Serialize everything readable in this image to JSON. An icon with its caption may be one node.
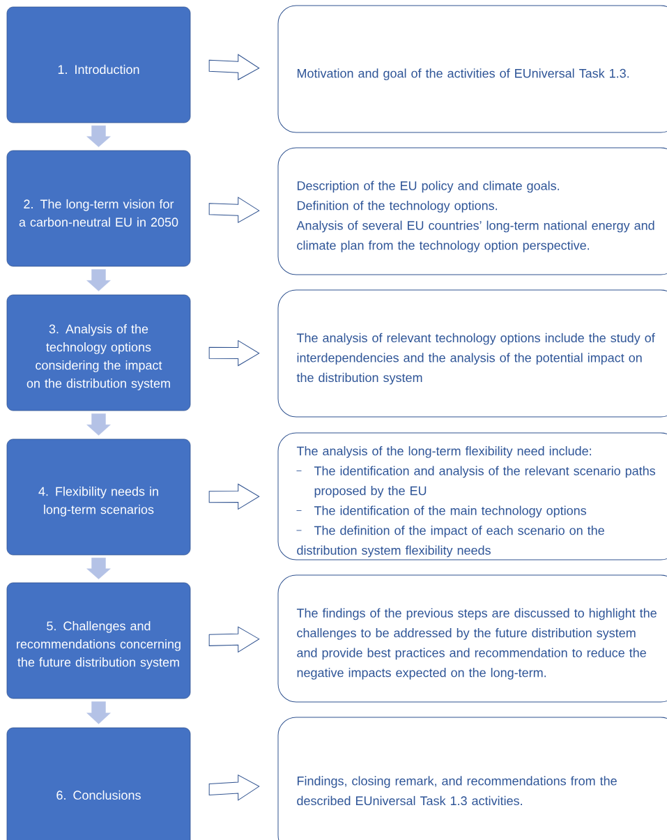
{
  "diagram": {
    "nodes": [
      {
        "text": [
          "1. Introduction"
        ]
      },
      {
        "text": [
          "Motivation and goal of the activities of EUniversal Task 1.3."
        ]
      },
      {
        "text": [
          "2. The long-term vision for a carbon-neutral EU in 2050"
        ]
      },
      {
        "text": [
          "Description of the EU policy and climate goals.",
          "Definition of the technology options.",
          "Analysis of several EU countries’ long-term national energy and climate plan from the technology option perspective."
        ]
      },
      {
        "text": [
          "3. Analysis of the technology options considering the impact on the distribution system"
        ]
      },
      {
        "text": [
          "The analysis of relevant technology options include the study of interdependencies and the analysis of the potential impact on the distribution system"
        ]
      },
      {
        "text": [
          "4. Flexibility needs in long-term scenarios"
        ]
      },
      {
        "text": [
          "The analysis of the long-term flexibility need include:",
          "The identification and analysis of the relevant scenario paths proposed by the EU",
          "The identification of the main technology options",
          "The definition of the impact of each scenario on the distribution system flexibility needs"
        ]
      },
      {
        "text": [
          "5. Challenges and recommendations concerning the future distribution system"
        ]
      },
      {
        "text": [
          "The findings of the previous steps are discussed to highlight the challenges to be addressed by the future distribution system and  provide best practices and recommendation to reduce the negative impacts expected on the long-term."
        ]
      },
      {
        "text": [
          "6. Conclusions"
        ]
      },
      {
        "text": [
          "Findings, closing remark, and recommendations from the described EUniversal Task 1.3 activities."
        ]
      }
    ],
    "edges": [
      {
        "from": 0,
        "to": 1,
        "arrow": "to"
      },
      {
        "from": 0,
        "to": 2,
        "arrow": "to",
        "color": "#b4c2e6"
      },
      {
        "from": 2,
        "to": 3,
        "arrow": "to"
      },
      {
        "from": 2,
        "to": 4,
        "arrow": "to",
        "color": "#b4c2e6"
      },
      {
        "from": 4,
        "to": 5,
        "arrow": "to"
      },
      {
        "from": 4,
        "to": 6,
        "arrow": "to",
        "color": "#b4c2e6"
      },
      {
        "from": 6,
        "to": 7,
        "arrow": "to"
      },
      {
        "from": 6,
        "to": 8,
        "arrow": "to",
        "color": "#b4c2e6"
      },
      {
        "from": 8,
        "to": 9,
        "arrow": "to"
      },
      {
        "from": 8,
        "to": 10,
        "arrow": "to",
        "color": "#b4c2e6"
      },
      {
        "from": 10,
        "to": 11,
        "arrow": "to"
      }
    ]
  }
}
